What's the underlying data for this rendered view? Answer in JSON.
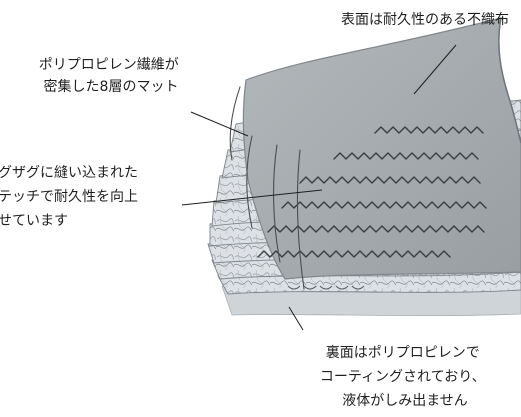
{
  "callouts": {
    "top_right": {
      "lines": [
        "表面は耐久性のある不織布"
      ]
    },
    "top_left": {
      "lines": [
        "ポリプロピレン繊維が",
        "密集した8層のマット"
      ]
    },
    "middle_left": {
      "lines": [
        "ジグザグに縫い込まれた",
        "ステッチで耐久性を向上",
        "させています"
      ]
    },
    "bottom_right": {
      "lines": [
        "裏面はポリプロピレンで",
        "コーティングされており、",
        "液体がしみ出ません"
      ]
    }
  },
  "colors": {
    "top_sheet": "#a9aeb0",
    "top_sheet_edge": "#8d9295",
    "fiber_layer": "#d8dde1",
    "fiber_line": "#8b9096",
    "stitch": "#3a3d40",
    "bottom_coating": "#c8ced3",
    "leader_line": "#1f1f1f",
    "text": "#1f1f1f"
  }
}
